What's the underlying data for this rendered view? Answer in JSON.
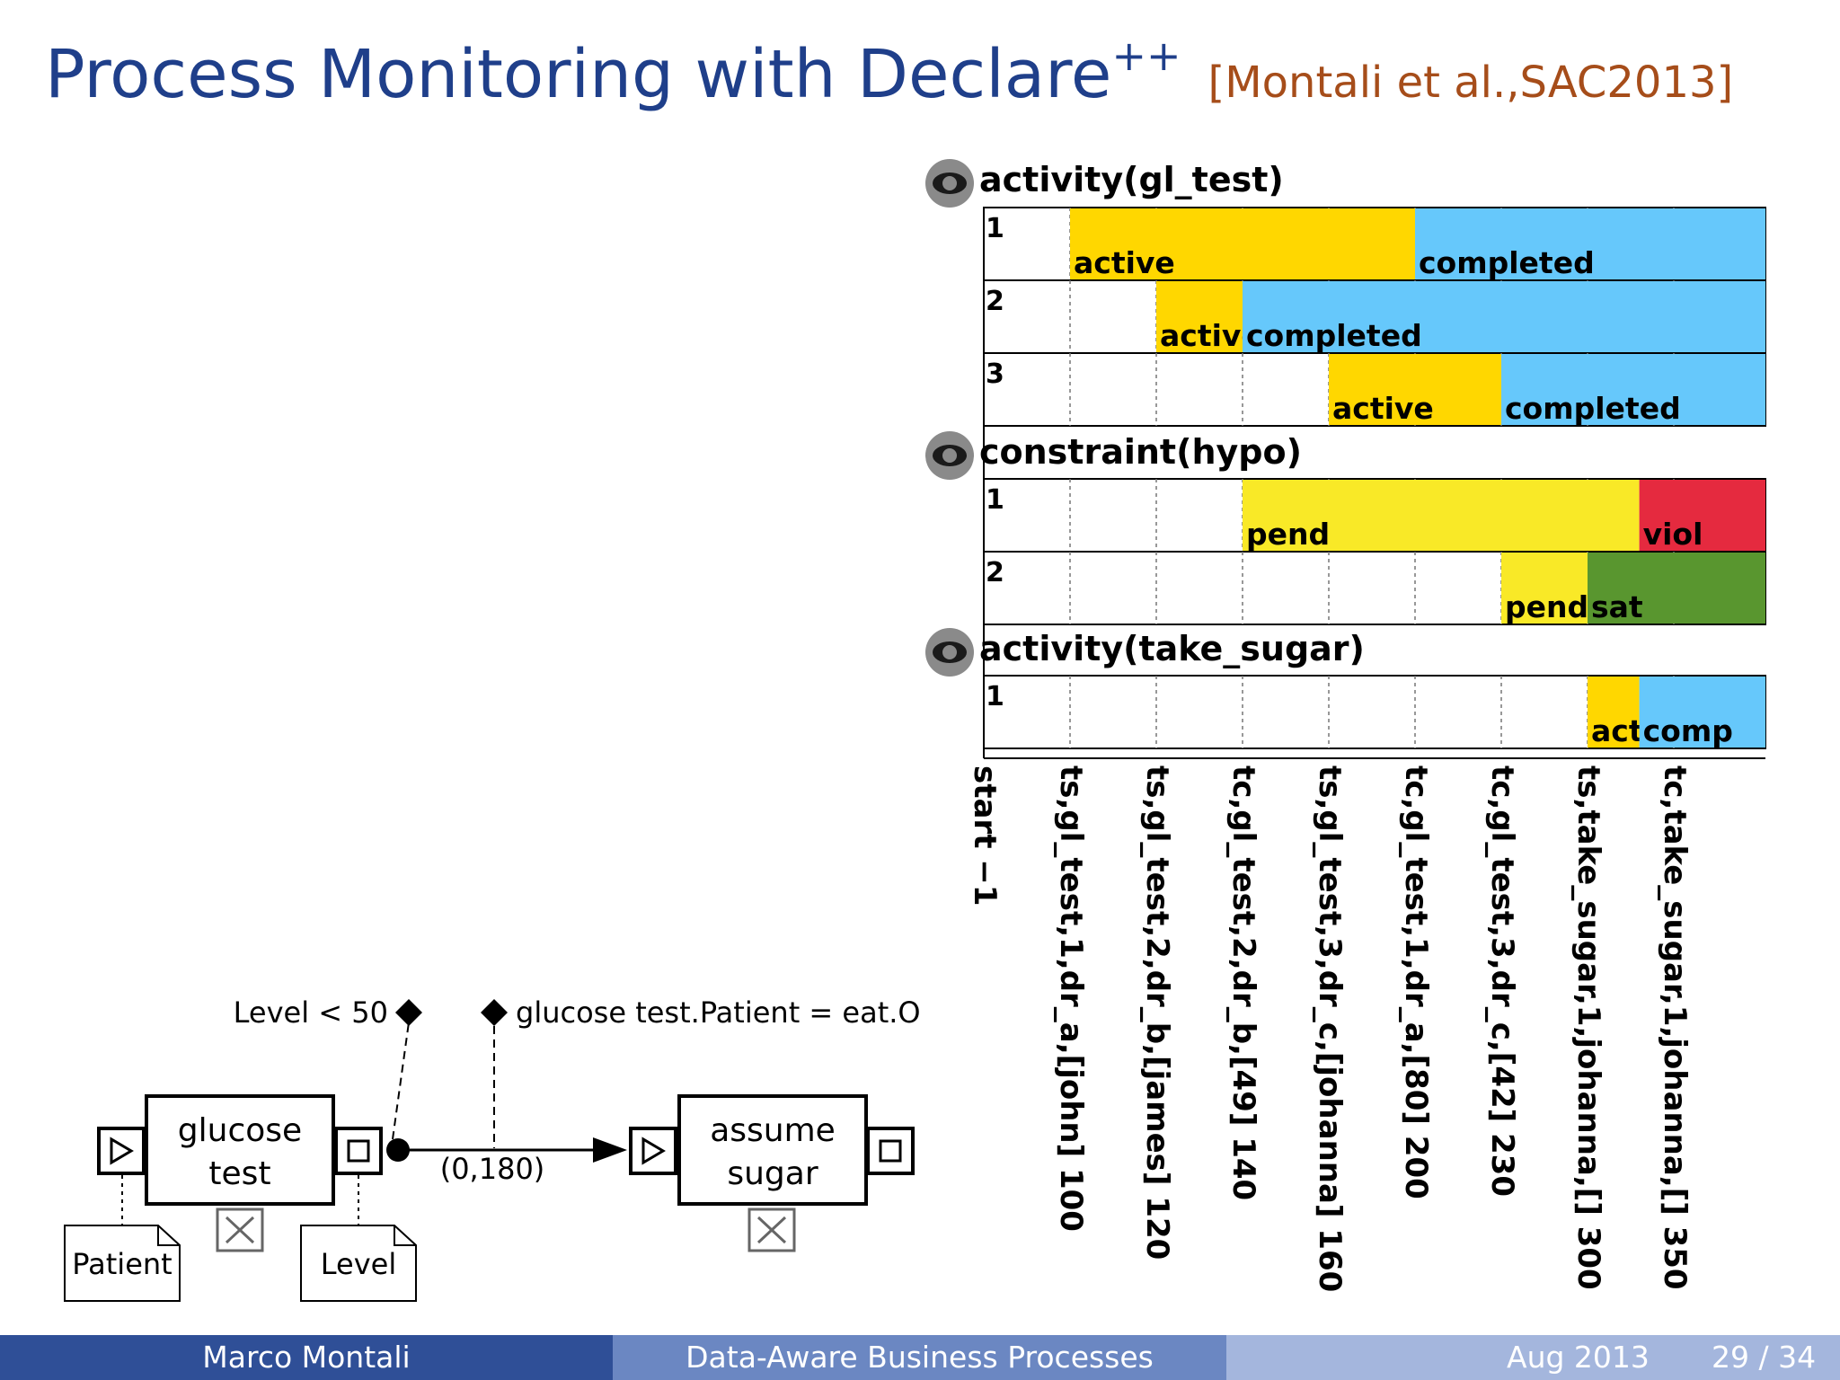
{
  "slide": {
    "title": "Process Monitoring with Declare",
    "title_sup": "++",
    "citation": "[Montali et al.,SAC2013]"
  },
  "timeline": {
    "groups": [
      {
        "label": "activity(gl_test)",
        "lanes": [
          {
            "id": "1",
            "segments": [
              {
                "state": "active",
                "label": "active",
                "from": 100,
                "to": 200
              },
              {
                "state": "completed",
                "label": "completed",
                "from": 200,
                "to": 350
              }
            ]
          },
          {
            "id": "2",
            "segments": [
              {
                "state": "active",
                "label": "active",
                "from": 120,
                "to": 140
              },
              {
                "state": "completed",
                "label": "completed",
                "from": 140,
                "to": 350
              }
            ]
          },
          {
            "id": "3",
            "segments": [
              {
                "state": "active",
                "label": "active",
                "from": 160,
                "to": 230
              },
              {
                "state": "completed",
                "label": "completed",
                "from": 230,
                "to": 350
              }
            ]
          }
        ]
      },
      {
        "label": "constraint(hypo)",
        "lanes": [
          {
            "id": "1",
            "segments": [
              {
                "state": "pend",
                "label": "pend",
                "from": 140,
                "to": 330
              },
              {
                "state": "viol",
                "label": "viol",
                "from": 330,
                "to": 350
              }
            ]
          },
          {
            "id": "2",
            "segments": [
              {
                "state": "pend",
                "label": "pend",
                "from": 230,
                "to": 300
              },
              {
                "state": "sat",
                "label": "sat",
                "from": 300,
                "to": 350
              }
            ]
          }
        ]
      },
      {
        "label": "activity(take_sugar)",
        "lanes": [
          {
            "id": "1",
            "segments": [
              {
                "state": "active",
                "label": "active",
                "from": 300,
                "to": 330
              },
              {
                "state": "completed",
                "label": "comp",
                "from": 330,
                "to": 350
              }
            ]
          }
        ]
      }
    ],
    "events": [
      "start −1",
      "ts,gl_test,1,dr_a,[john] 100",
      "ts,gl_test,2,dr_b,[james] 120",
      "tc,gl_test,2,dr_b,[49] 140",
      "ts,gl_test,3,dr_c,[johanna] 160",
      "tc,gl_test,1,dr_a,[80] 200",
      "tc,gl_test,3,dr_c,[42] 230",
      "ts,take_sugar,1,johanna,[] 300",
      "tc,take_sugar,1,johanna,[] 350"
    ],
    "colors": {
      "active": "#ffd700",
      "completed": "#66c8fb",
      "pend": "#f9e927",
      "viol": "#e52a3f",
      "sat": "#59962f"
    }
  },
  "model": {
    "task1": {
      "line1": "glucose",
      "line2": "test"
    },
    "task2": {
      "line1": "assume",
      "line2": "sugar"
    },
    "data1": "Patient",
    "data2": "Level",
    "cond_left": "Level < 50",
    "cond_right": "glucose test.Patient = eat.O",
    "interval": "(0,180)",
    "icons": [
      "start-triangle-icon",
      "stop-square-icon",
      "cancel-x-icon"
    ]
  },
  "footer": {
    "author": "Marco Montali",
    "talk": "Data-Aware Business Processes",
    "date": "Aug 2013",
    "page": "29 / 34"
  }
}
